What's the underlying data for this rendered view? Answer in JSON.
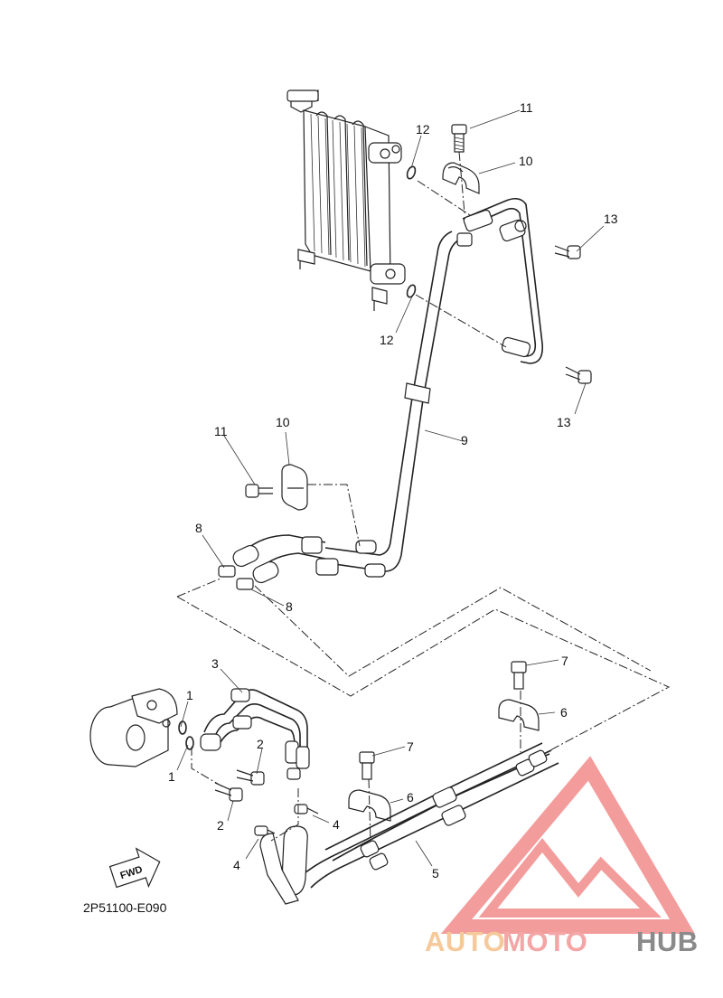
{
  "diagram": {
    "part_labels": [
      {
        "key": "11a",
        "text": "11"
      },
      {
        "key": "10a",
        "text": "10"
      },
      {
        "key": "12a",
        "text": "12"
      },
      {
        "key": "13a",
        "text": "13"
      },
      {
        "key": "12b",
        "text": "12"
      },
      {
        "key": "13b",
        "text": "13"
      },
      {
        "key": "9",
        "text": "9"
      },
      {
        "key": "11b",
        "text": "11"
      },
      {
        "key": "10b",
        "text": "10"
      },
      {
        "key": "8a",
        "text": "8"
      },
      {
        "key": "8b",
        "text": "8"
      },
      {
        "key": "3",
        "text": "3"
      },
      {
        "key": "1a",
        "text": "1"
      },
      {
        "key": "1b",
        "text": "1"
      },
      {
        "key": "2a",
        "text": "2"
      },
      {
        "key": "2b",
        "text": "2"
      },
      {
        "key": "7a",
        "text": "7"
      },
      {
        "key": "6a",
        "text": "6"
      },
      {
        "key": "7b",
        "text": "7"
      },
      {
        "key": "6b",
        "text": "6"
      },
      {
        "key": "4a",
        "text": "4"
      },
      {
        "key": "4b",
        "text": "4"
      },
      {
        "key": "5",
        "text": "5"
      }
    ],
    "fwd_label": "FWD",
    "diagram_code": "2P51100-E090"
  },
  "watermark": {
    "part1": "AUTO",
    "part2": "MOTO",
    "part3": "HUB",
    "colors": {
      "auto": "#f5c99a",
      "moto": "#f4a6a6",
      "hub": "#8a8a8a",
      "triangle": "#f28b8b"
    }
  }
}
